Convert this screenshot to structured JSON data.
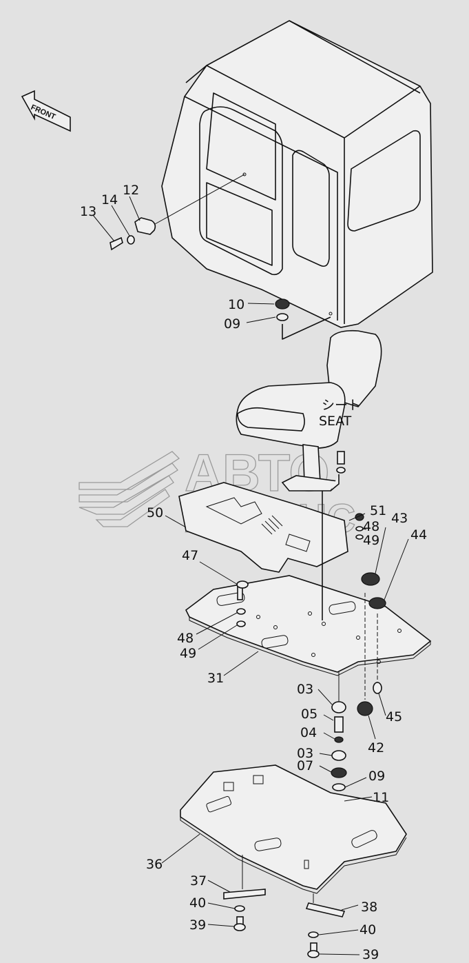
{
  "diagram": {
    "front_arrow": "FRONT",
    "seat_label_jp": "シート",
    "seat_label_en": "SEAT",
    "watermark": {
      "line1": "АВТО",
      "line2": "АЛЬЯНС"
    },
    "callouts": {
      "c12": "12",
      "c14": "14",
      "c13": "13",
      "c10": "10",
      "c09a": "09",
      "c50": "50",
      "c51": "51",
      "c48a": "48",
      "c49a": "49",
      "c43": "43",
      "c44": "44",
      "c47": "47",
      "c48b": "48",
      "c49b": "49",
      "c31": "31",
      "c03a": "03",
      "c05": "05",
      "c04": "04",
      "c03b": "03",
      "c07": "07",
      "c09b": "09",
      "c11": "11",
      "c45": "45",
      "c42": "42",
      "c36": "36",
      "c37": "37",
      "c40a": "40",
      "c39a": "39",
      "c38": "38",
      "c40b": "40",
      "c39b": "39"
    }
  }
}
